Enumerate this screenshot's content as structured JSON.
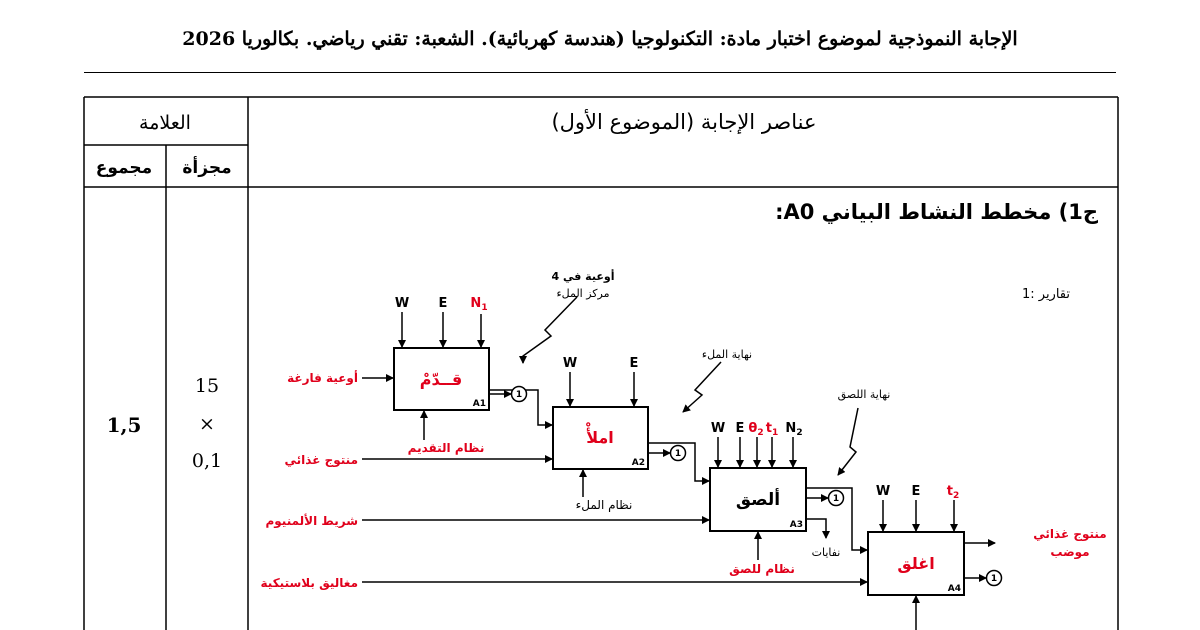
{
  "page": {
    "header": "الإجابة النموذجية لموضوع اختبار مادة: التكنولوجيا (هندسة كهربائية). الشعبة: تقني رياضي. بكالوريا 2026"
  },
  "table": {
    "answer_header": "عناصر الإجابة (الموضوع الأول)",
    "mark_header": "العلامة",
    "part_header": "مجزأة",
    "total_header": "مجموع",
    "total_value": "1,5",
    "part_line1": "15",
    "part_line2": "×",
    "part_line3": "0,1"
  },
  "section": {
    "title": "ج1) مخطط النشاط البياني A0:"
  },
  "diagram": {
    "legend_note": "1: تقارير",
    "blocks": [
      {
        "id": "A1",
        "name": "قــدّمْ",
        "code": "A1"
      },
      {
        "id": "A2",
        "name": "املأْ",
        "code": "A2"
      },
      {
        "id": "A3",
        "name": "ألصق",
        "code": "A3"
      },
      {
        "id": "A4",
        "name": "اغلق",
        "code": "A4"
      }
    ],
    "inputs": {
      "empty_containers": "أوعية فارغة",
      "food_product": "منتوج غذائي",
      "aluminium_strip": "شريط الألمنيوم",
      "plastic_caps": "مغاليق بلاستيكية"
    },
    "outputs": {
      "packed_product_line1": "منتوج غذائي",
      "packed_product_line2": "موضب",
      "waste": "نفايات"
    },
    "mechanisms": {
      "feed_system": "نظام التقديم",
      "fill_system": "نظام الملء",
      "stick_system": "نظام للصق"
    },
    "controls": {
      "W": "W",
      "E": "E",
      "N1": "N",
      "N1_sub": "1",
      "N2": "N",
      "N2_sub": "2",
      "theta": "θ",
      "theta_sub": "2",
      "t1": "t",
      "t1_sub": "1",
      "t2": "t",
      "t2_sub": "2",
      "four_containers_line1": "4 أوعية في",
      "four_containers_line2": "مركز الملء",
      "end_fill": "نهاية الملء",
      "end_stick": "نهاية اللصق"
    },
    "report_marker": "1",
    "colors": {
      "red": "#e0001b",
      "black": "#000000"
    }
  }
}
